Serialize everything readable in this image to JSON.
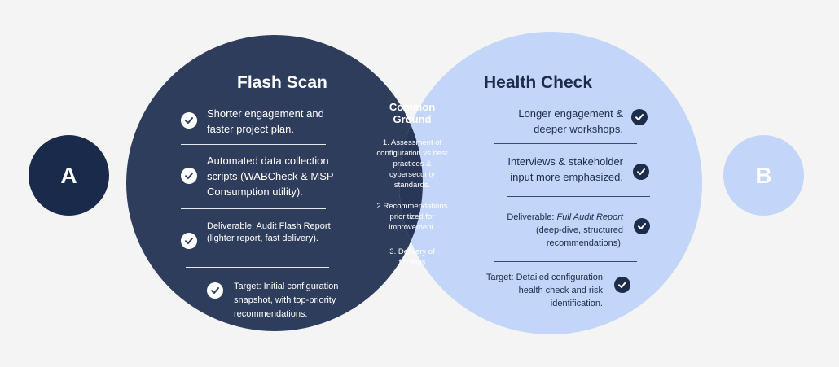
{
  "colors": {
    "background": "#f4f4f4",
    "left_circle": "#2e3d5c",
    "right_circle": "#c3d5f8",
    "overlap": "#283757",
    "badge_a": "#1a2a4a",
    "badge_b": "#c3d5f8",
    "dark_text": "#1d2c4b"
  },
  "badges": {
    "a": "A",
    "b": "B"
  },
  "flash_scan": {
    "title": "Flash Scan",
    "items": [
      {
        "lines": [
          "Shorter engagement and",
          "faster project plan."
        ]
      },
      {
        "lines": [
          "Automated data collection",
          "scripts (WABCheck & MSP",
          "Consumption utility)."
        ]
      },
      {
        "lines": [
          "Deliverable: Audit Flash Report",
          "(lighter report, fast delivery)."
        ]
      },
      {
        "lines": [
          "Target: Initial configuration",
          "snapshot, with top-priority",
          "recommendations."
        ]
      }
    ]
  },
  "common_ground": {
    "title_lines": [
      "Common",
      "Ground"
    ],
    "points": [
      {
        "lines": [
          "1. Assessment of",
          "configuration vs best",
          "practices &",
          "cybersecurity",
          "standards."
        ]
      },
      {
        "lines": [
          "2.Recommendations",
          "prioritized for",
          "improvement."
        ]
      },
      {
        "lines": [
          "3. Delivery of",
          "findings"
        ]
      }
    ]
  },
  "health_check": {
    "title": "Health Check",
    "items": [
      {
        "lines": [
          "Longer engagement &",
          "deeper workshops."
        ]
      },
      {
        "lines": [
          "Interviews & stakeholder",
          "input more emphasized."
        ]
      },
      {
        "prefix": "Deliverable: ",
        "emphasis": "Full Audit Report",
        "lines": [
          "(deep-dive, structured",
          "recommendations)."
        ]
      },
      {
        "lines": [
          "Target: Detailed configuration",
          "health check and risk",
          "identification."
        ]
      }
    ]
  }
}
